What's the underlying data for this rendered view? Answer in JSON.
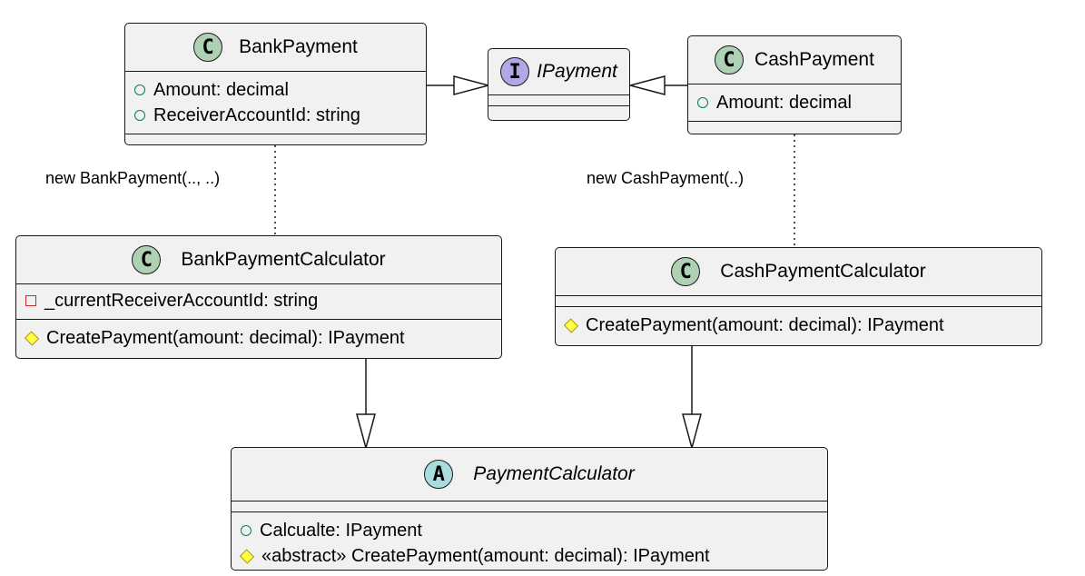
{
  "colors": {
    "class_fill": "#f1f1f1",
    "border": "#181818",
    "class_badge": "#add1b2",
    "interface_badge": "#b4a7e5",
    "abstract_badge": "#a9dcdf",
    "public_marker": "#038048",
    "private_marker": "#c82930",
    "protected_marker": "#ffff44"
  },
  "classes": {
    "bank_payment": {
      "stereotype": "C",
      "name": "BankPayment",
      "fields": [
        {
          "visibility": "public",
          "text": "Amount: decimal"
        },
        {
          "visibility": "public",
          "text": "ReceiverAccountId: string"
        }
      ]
    },
    "ipayment": {
      "stereotype": "I",
      "name": "IPayment"
    },
    "cash_payment": {
      "stereotype": "C",
      "name": "CashPayment",
      "fields": [
        {
          "visibility": "public",
          "text": "Amount: decimal"
        }
      ]
    },
    "bank_payment_calculator": {
      "stereotype": "C",
      "name": "BankPaymentCalculator",
      "fields": [
        {
          "visibility": "private",
          "text": "_currentReceiverAccountId: string"
        }
      ],
      "methods": [
        {
          "visibility": "protected",
          "text": "CreatePayment(amount: decimal): IPayment"
        }
      ]
    },
    "cash_payment_calculator": {
      "stereotype": "C",
      "name": "CashPaymentCalculator",
      "methods": [
        {
          "visibility": "protected",
          "text": "CreatePayment(amount: decimal): IPayment"
        }
      ]
    },
    "payment_calculator": {
      "stereotype": "A",
      "name": "PaymentCalculator",
      "methods": [
        {
          "visibility": "public",
          "text": "Calcualte: IPayment"
        },
        {
          "visibility": "protected",
          "text": "«abstract» CreatePayment(amount: decimal): IPayment"
        }
      ]
    }
  },
  "relations": {
    "bank_link_label": "new BankPayment(.., ..)",
    "cash_link_label": "new CashPayment(..)"
  }
}
